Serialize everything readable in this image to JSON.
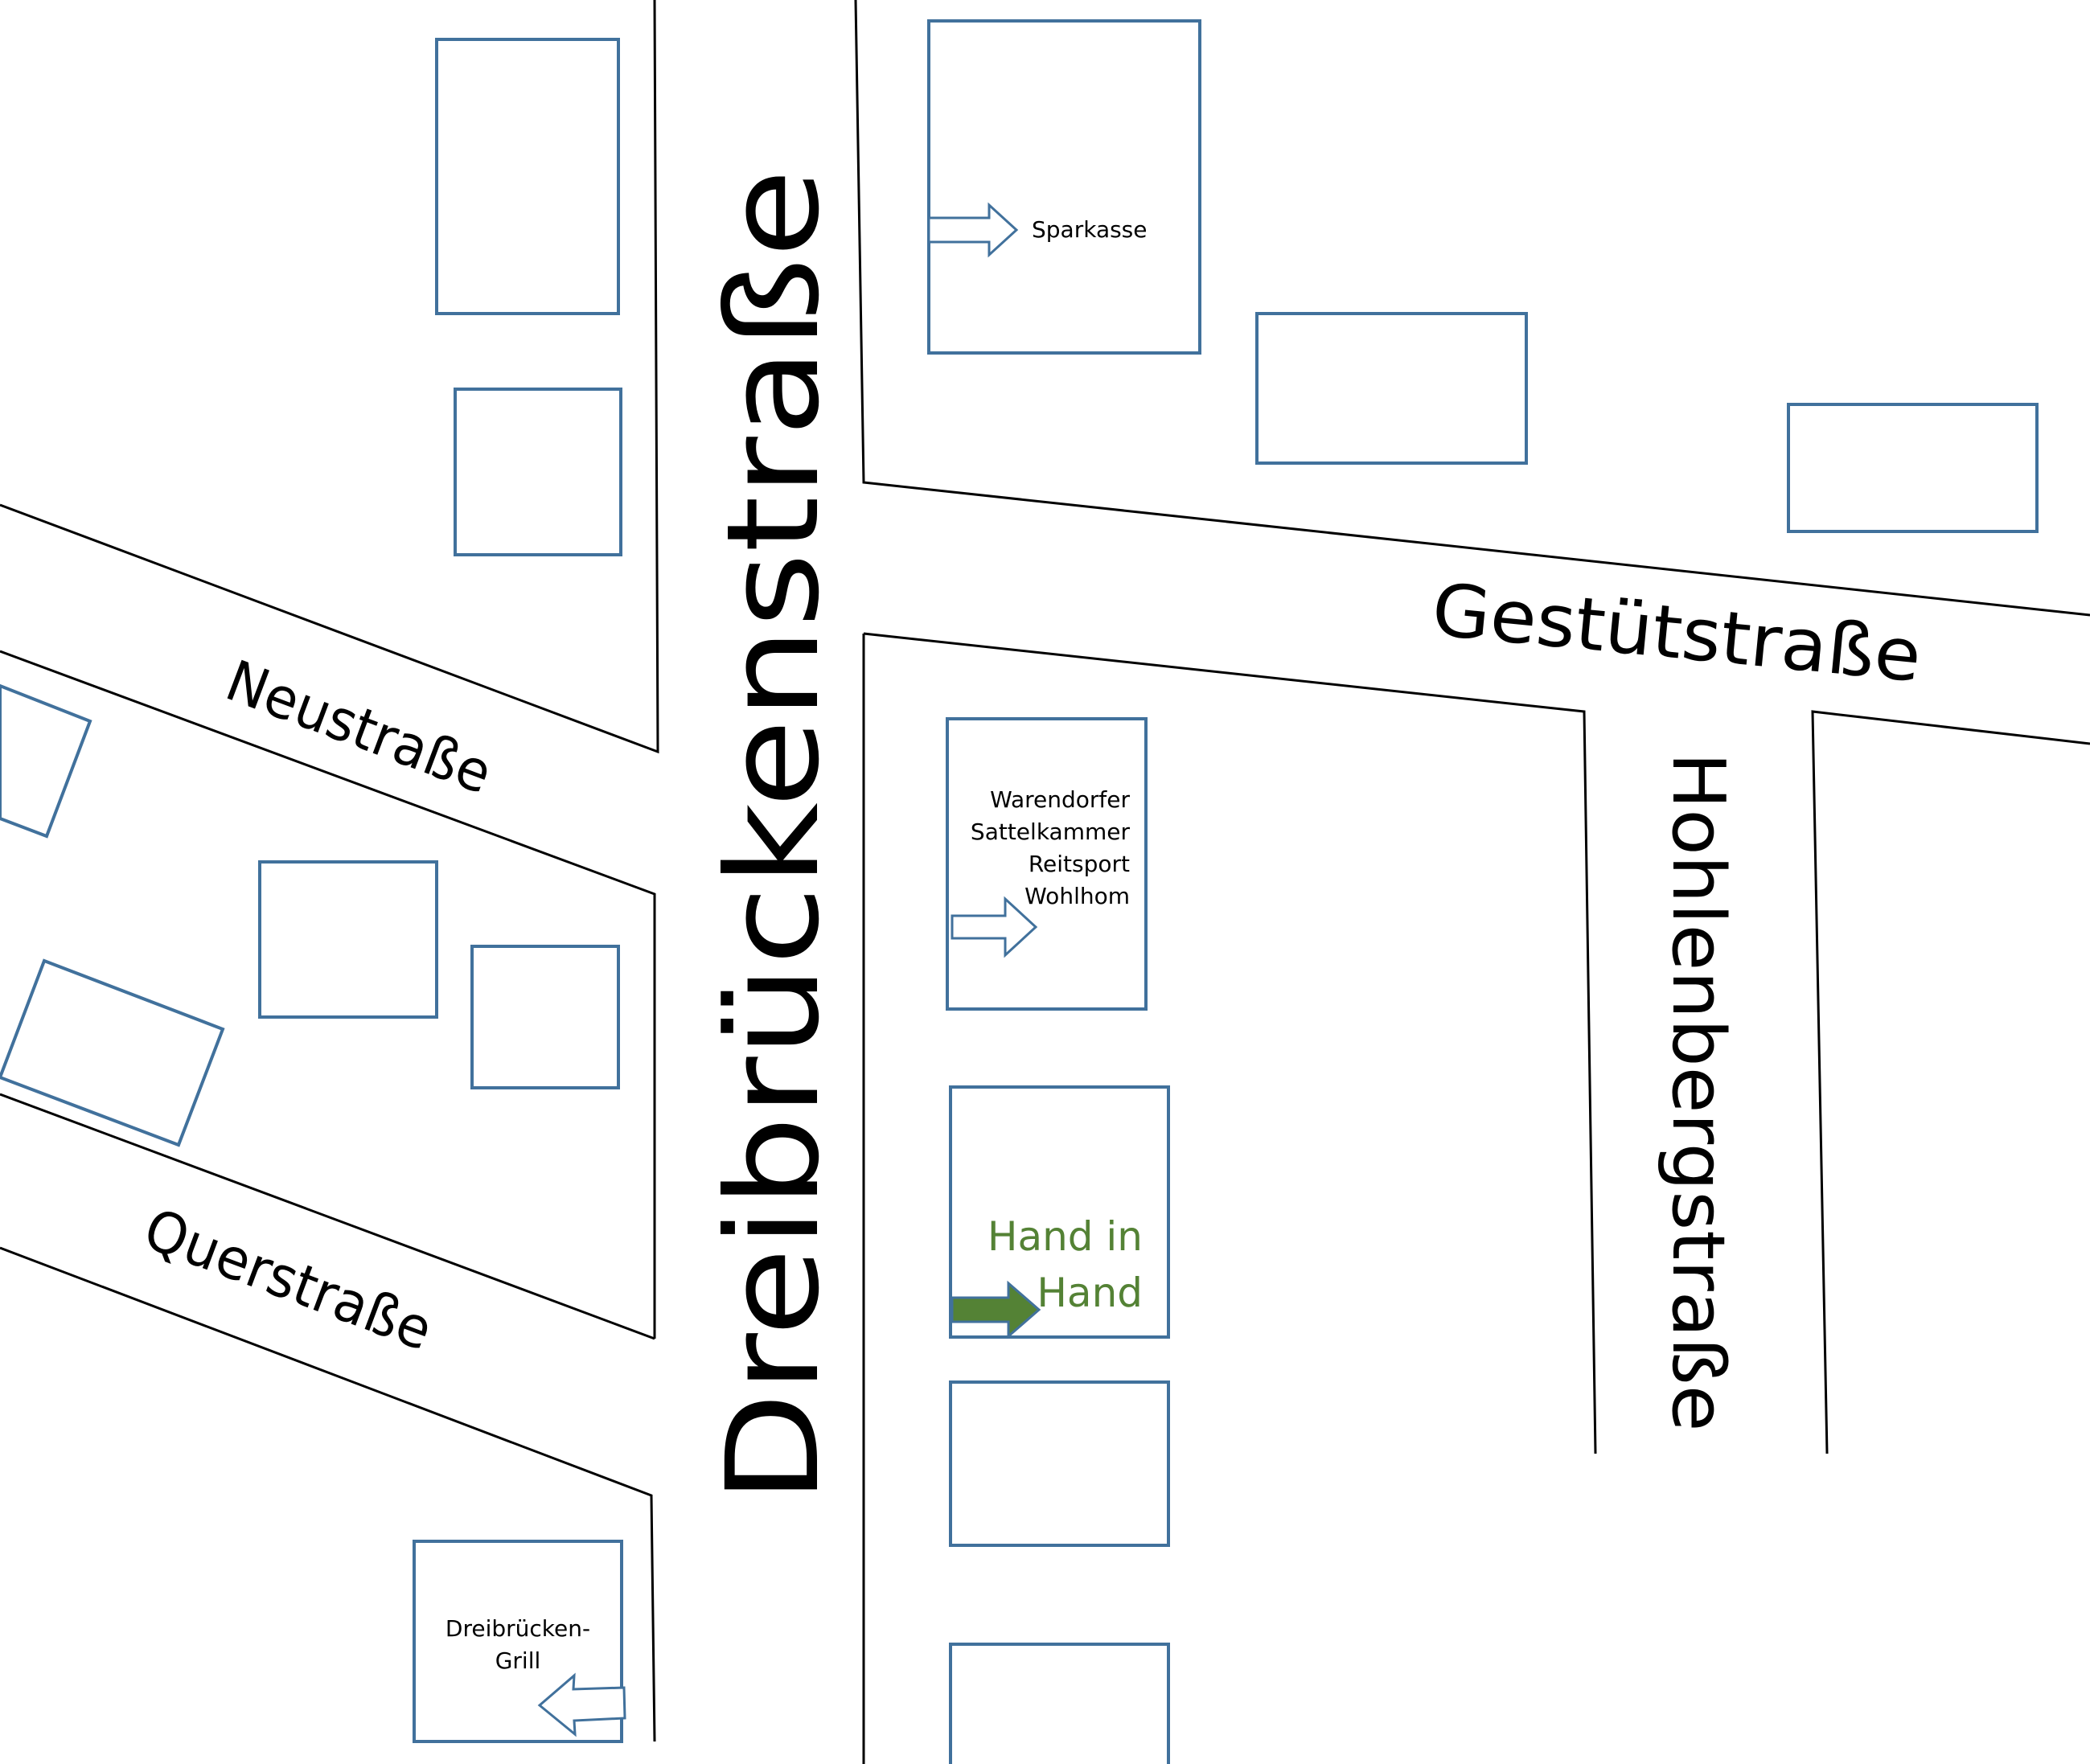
{
  "streets": {
    "dreibruecken": "Dreibrückenstraße",
    "gestuet": "Gestütstraße",
    "neu": "Neustraße",
    "quer": "Querstraße",
    "hohlenberg": "Hohlenbergstraße"
  },
  "places": {
    "sparkasse": "Sparkasse",
    "warendorfer": [
      "Warendorfer",
      "Sattelkammer",
      "Reitsport",
      "Wohlhom"
    ],
    "hand_in_hand": [
      "Hand in",
      "Hand"
    ],
    "grill": [
      "Dreibrücken-",
      "Grill"
    ]
  },
  "colors": {
    "road": "#000000",
    "building": "#41719c",
    "highlight": "#548235",
    "background": "#ffffff"
  }
}
